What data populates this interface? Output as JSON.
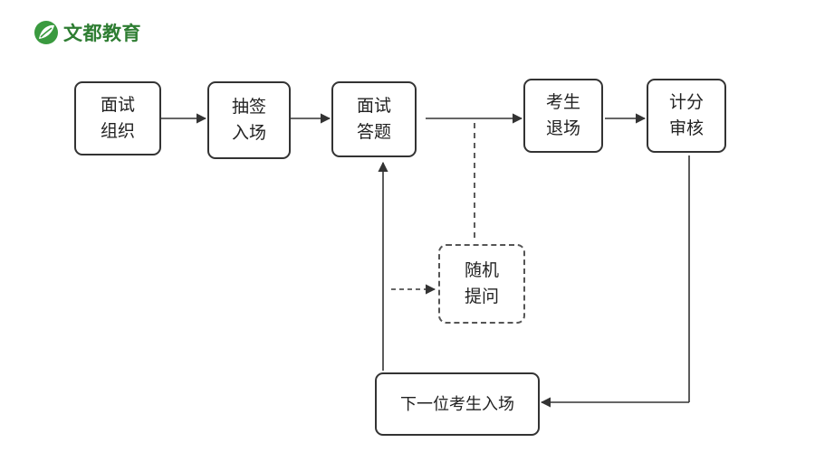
{
  "brand": {
    "name": "文都教育",
    "accent": "#2e7d32",
    "logo_icon": "leaf-logo-icon"
  },
  "nodes": {
    "organize": {
      "line1": "面试",
      "line2": "组织"
    },
    "draw": {
      "line1": "抽签",
      "line2": "入场"
    },
    "answer": {
      "line1": "面试",
      "line2": "答题"
    },
    "exit": {
      "line1": "考生",
      "line2": "退场"
    },
    "score": {
      "line1": "计分",
      "line2": "审核"
    },
    "random": {
      "line1": "随机",
      "line2": "提问"
    },
    "next": {
      "label": "下一位考生入场"
    }
  }
}
